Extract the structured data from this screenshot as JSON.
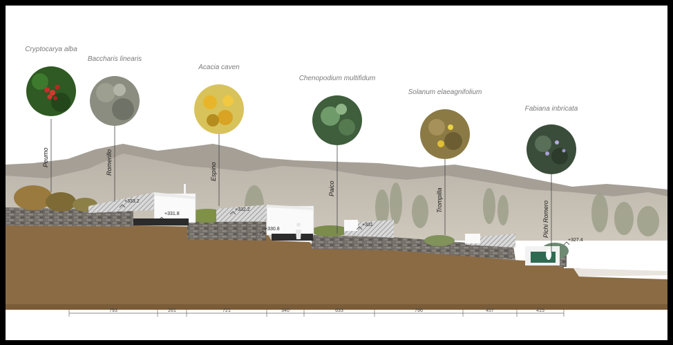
{
  "plants": [
    {
      "scientific": "Cryptocarya alba",
      "common": "Peumo"
    },
    {
      "scientific": "Baccharis linearis",
      "common": "Romerillo"
    },
    {
      "scientific": "Acacia caven",
      "common": "Espino"
    },
    {
      "scientific": "Chenopodium multifidum",
      "common": "Paico"
    },
    {
      "scientific": "Solanum elaeagnifolium",
      "common": "Trompilla"
    },
    {
      "scientific": "Fabiana inbricata",
      "common": "Pichi Romero"
    }
  ],
  "levels": [
    "+333.2",
    "+331.8",
    "+332.2",
    "+330.8",
    "+331",
    "+327.4"
  ],
  "dimensions": [
    "793",
    "261",
    "721",
    "340",
    "633",
    "796",
    "457",
    "415"
  ],
  "colors": {
    "soil": "#8a6a43",
    "stone": "#6f6b66",
    "mountain": "#a9a49c",
    "sky": "#ffffff",
    "vegetation": "#7c8b52"
  }
}
